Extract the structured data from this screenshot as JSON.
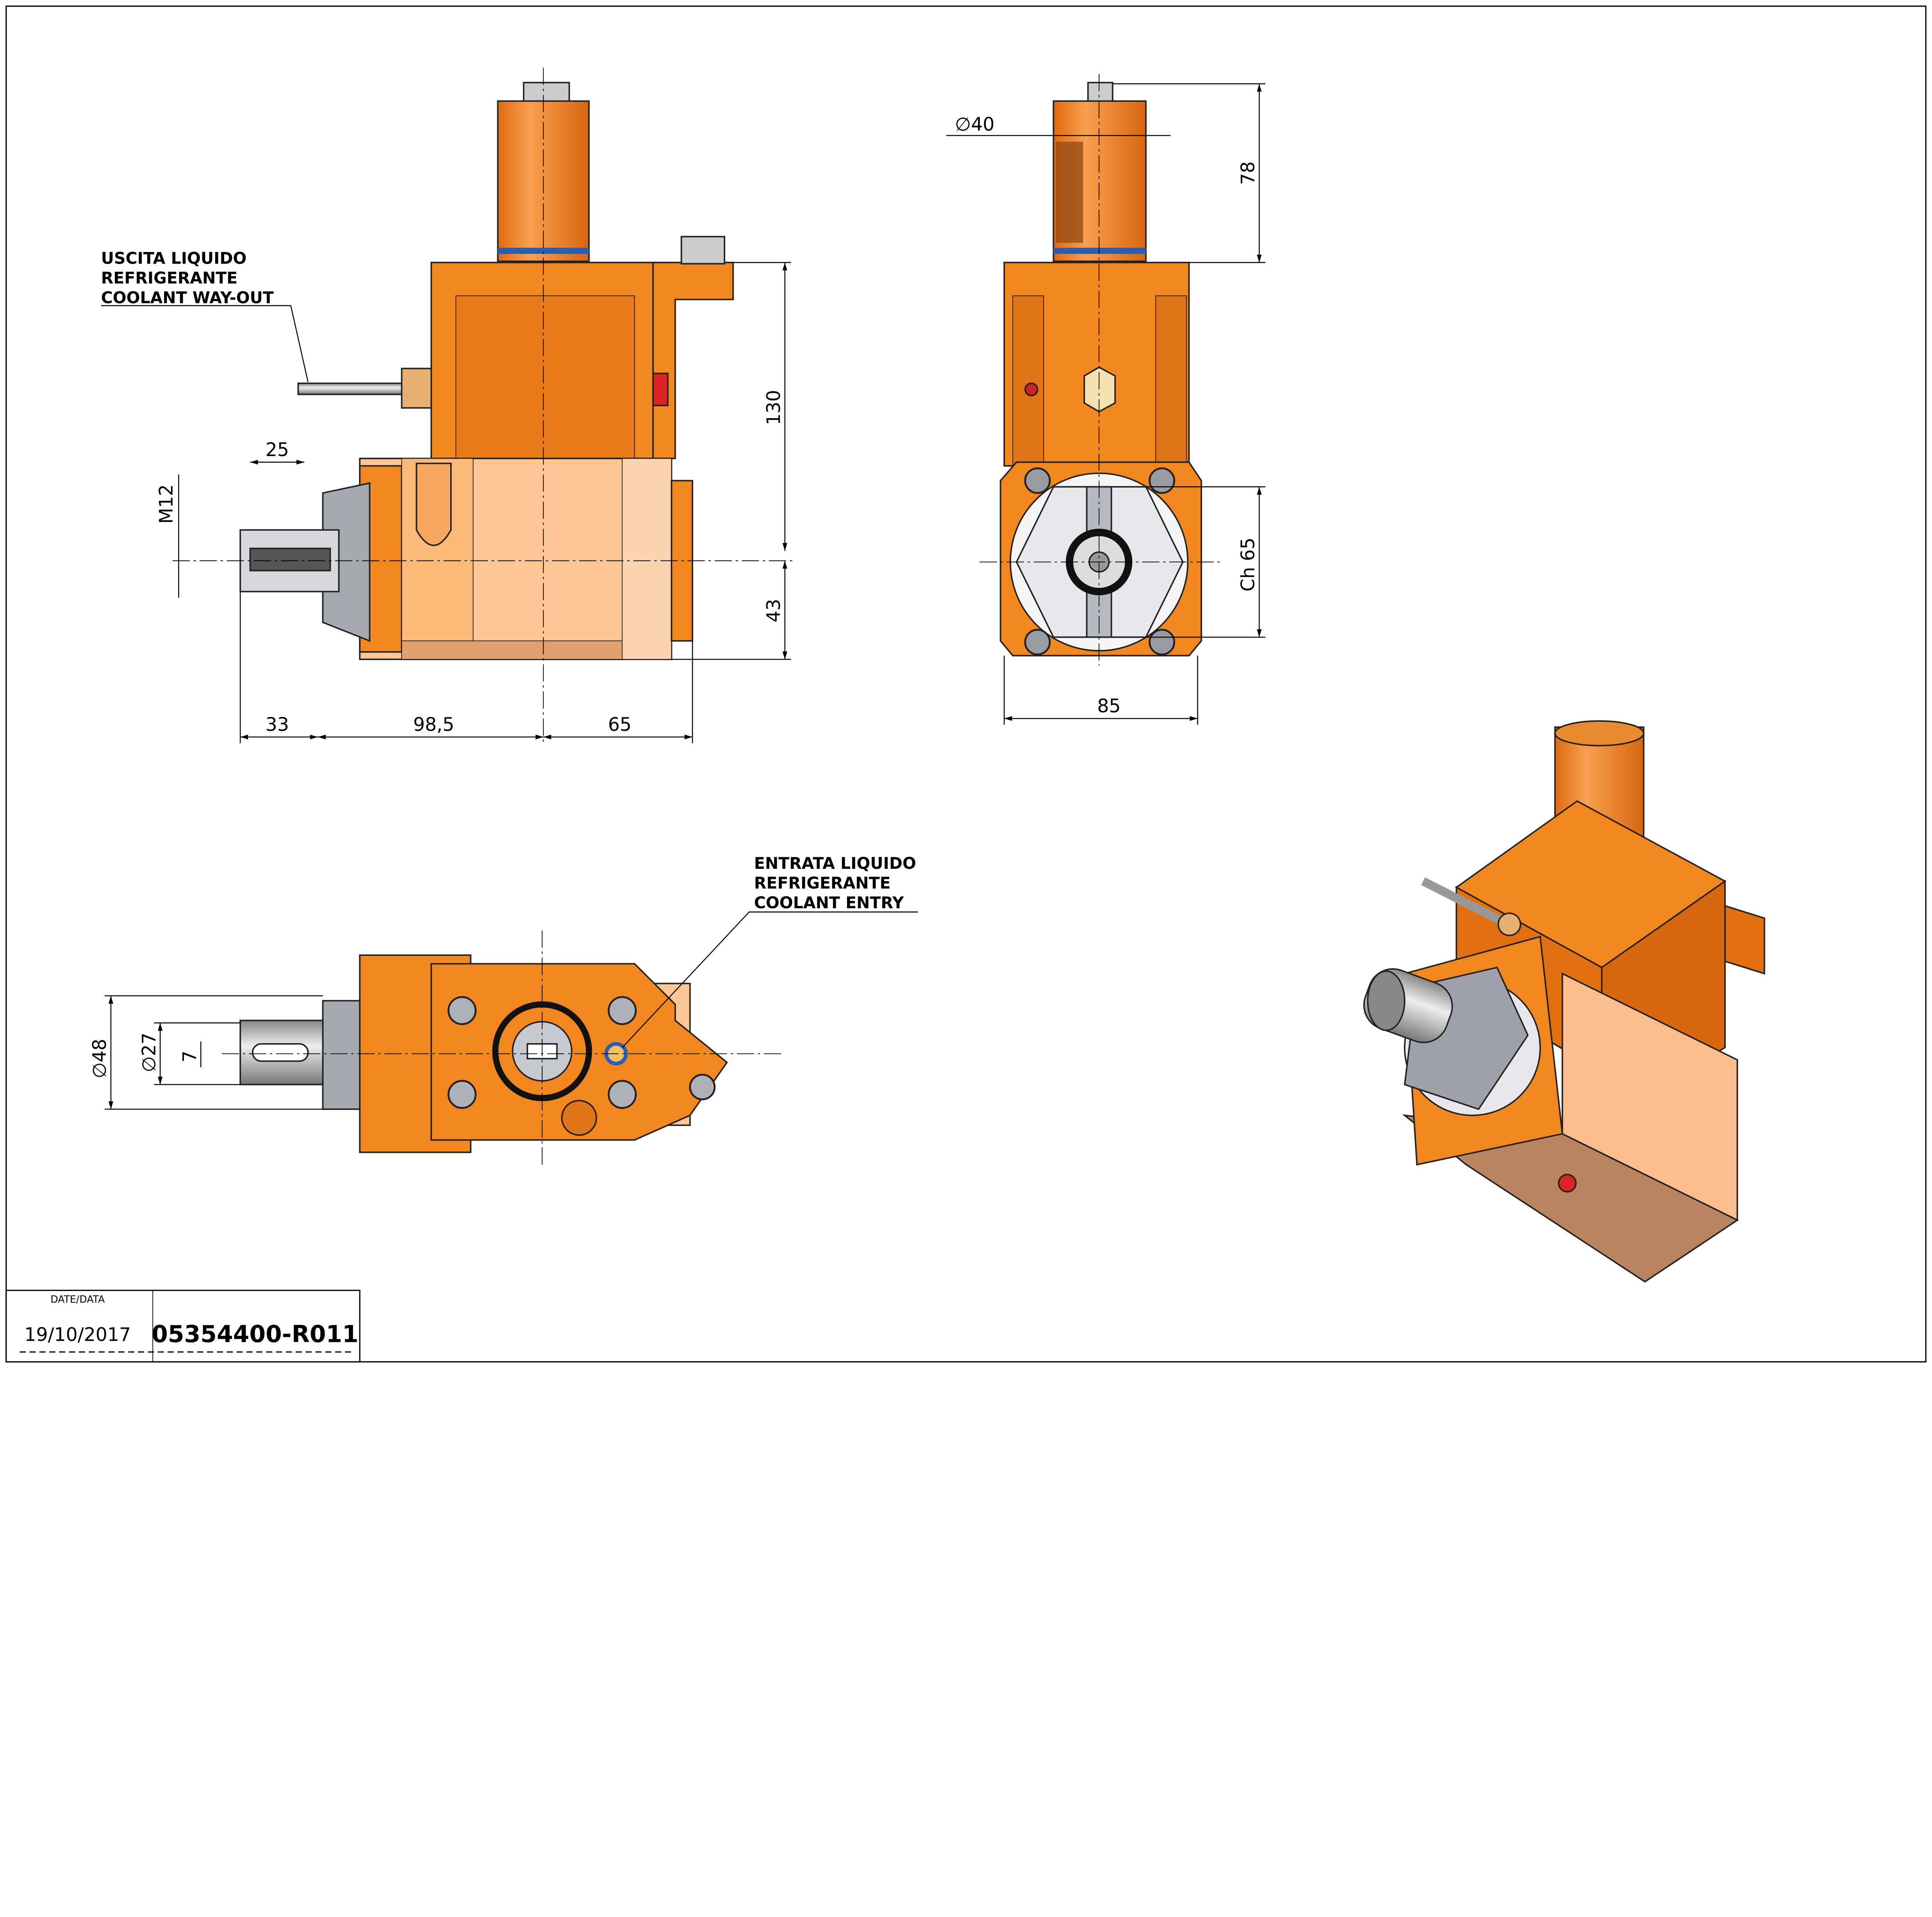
{
  "colors": {
    "orange": "#F2861F",
    "orange_dark": "#D8680F",
    "peach": "#FDC896",
    "steel": "#B8B8C0",
    "blue": "#2B5DB0"
  },
  "callouts": {
    "coolant_out": [
      "USCITA LIQUIDO",
      "REFRIGERANTE",
      "COOLANT WAY-OUT"
    ],
    "coolant_in": [
      "ENTRATA LIQUIDO",
      "REFRIGERANTE",
      "COOLANT ENTRY"
    ]
  },
  "front_view": {
    "dims": {
      "d25": "25",
      "m12": "M12",
      "d33": "33",
      "d98": "98,5",
      "d65": "65",
      "d130": "130",
      "d43": "43"
    }
  },
  "side_view": {
    "dims": {
      "dia40": "∅40",
      "d78": "78",
      "ch65": "Ch 65",
      "d85": "85"
    }
  },
  "bottom_view": {
    "dims": {
      "dia48": "∅48",
      "dia27": "∅27",
      "d7": "7"
    }
  },
  "title_block": {
    "date_label": "DATE/DATA",
    "date": "19/10/2017",
    "part_number": "05354400-R011"
  }
}
